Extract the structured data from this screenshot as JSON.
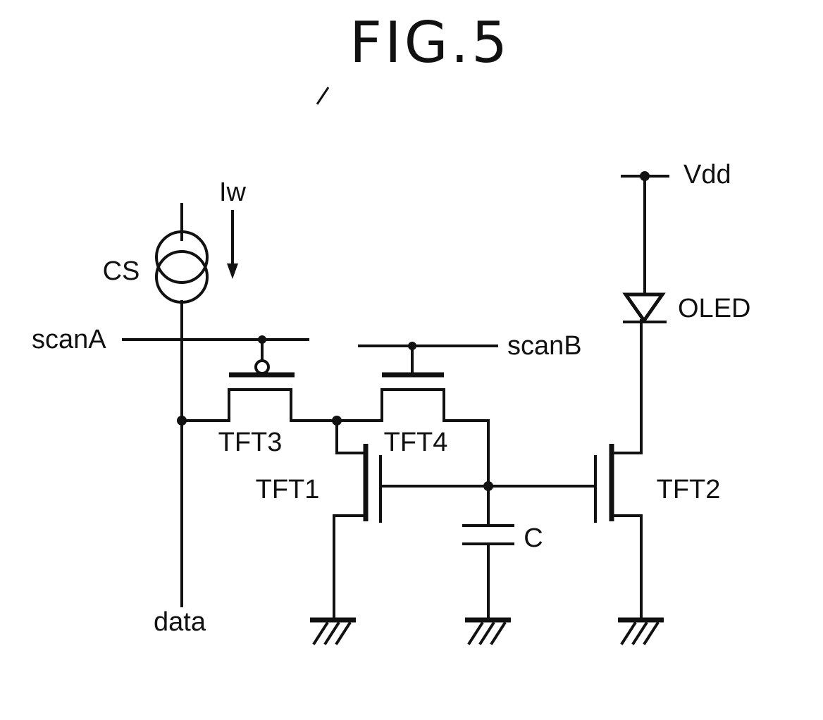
{
  "figure": {
    "title": "FIG.5"
  },
  "labels": {
    "current_label": "Iw",
    "source_label": "CS",
    "scan_a": "scanA",
    "scan_b": "scanB",
    "data_line": "data",
    "supply": "Vdd",
    "diode": "OLED",
    "tft1": "TFT1",
    "tft2": "TFT2",
    "tft3": "TFT3",
    "tft4": "TFT4",
    "capacitor": "C"
  },
  "colors": {
    "ink": "#111111",
    "background": "#ffffff"
  },
  "icons": {
    "current_source": "current-source-icon",
    "diode": "diode-icon",
    "ground": "ground-icon",
    "capacitor": "capacitor-icon",
    "arrow": "arrow-down-icon"
  }
}
